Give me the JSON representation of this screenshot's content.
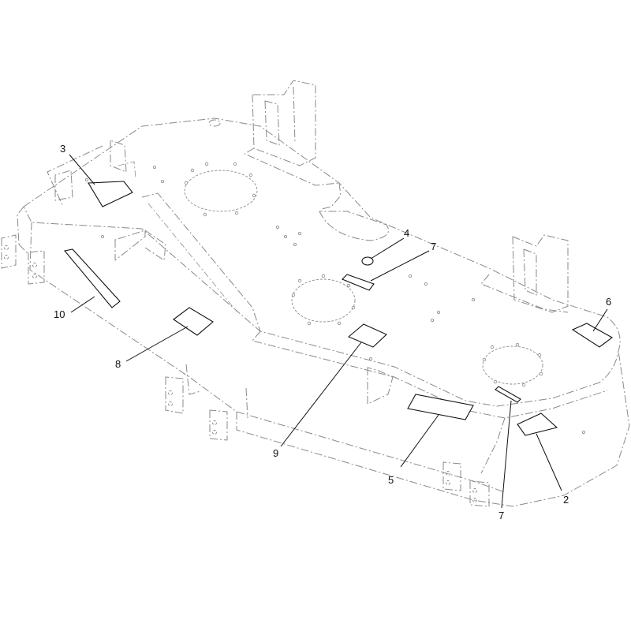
{
  "callouts": {
    "c2": "2",
    "c3": "3",
    "c4": "4",
    "c5": "5",
    "c6": "6",
    "c7a": "7",
    "c7b": "7",
    "c8": "8",
    "c9": "9",
    "c10": "10"
  },
  "colors": {
    "outline": "#8a8a8a",
    "decal": "#111111",
    "background": "#ffffff"
  }
}
